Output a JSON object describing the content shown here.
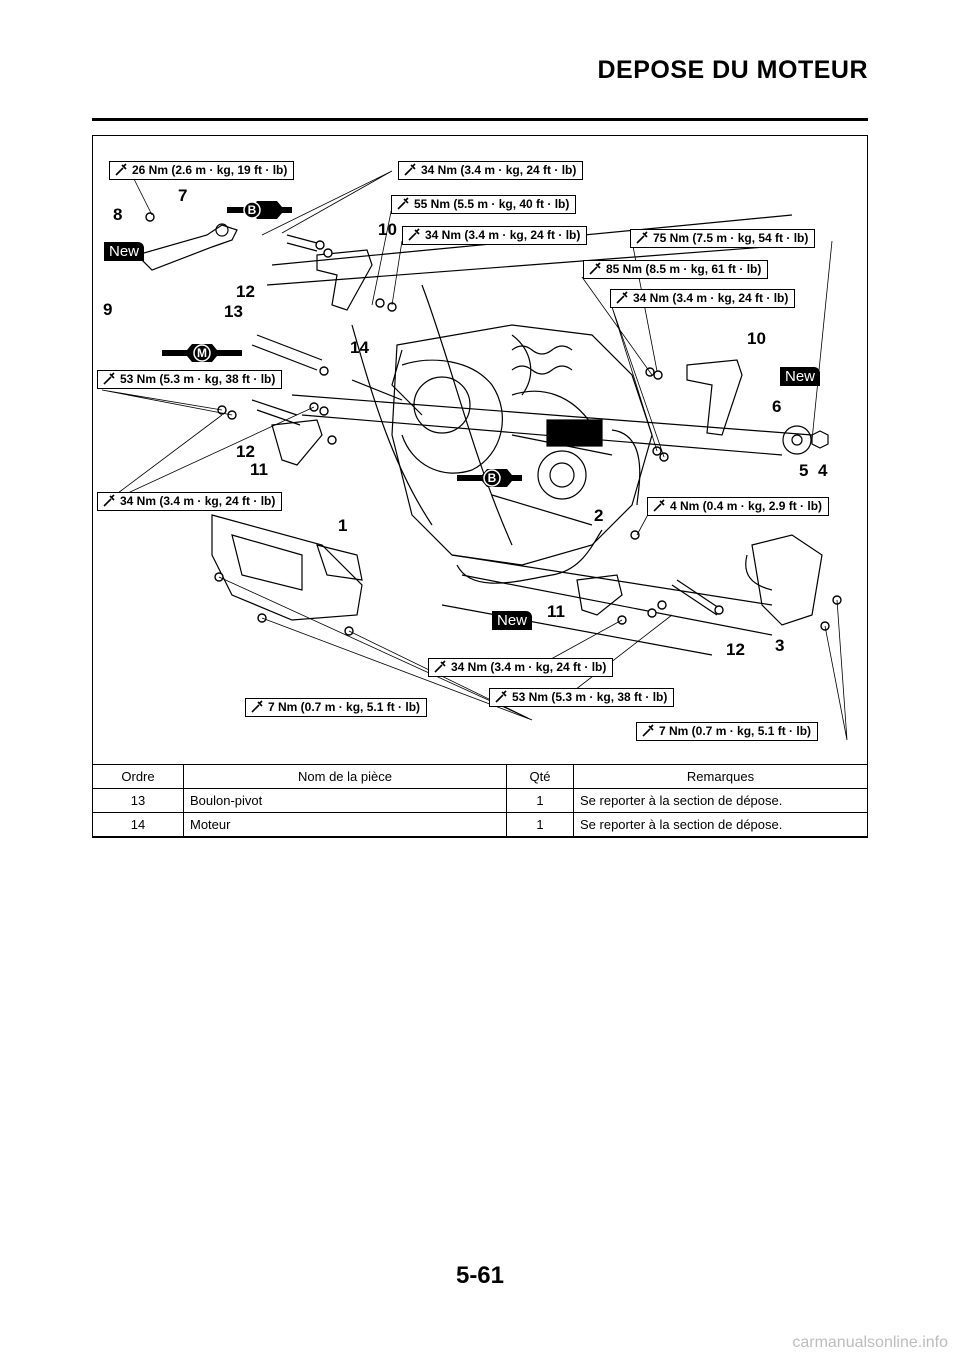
{
  "header": {
    "title": "DEPOSE DU MOTEUR"
  },
  "diagram": {
    "torque_labels": [
      "26 Nm (2.6 m · kg, 19 ft · lb)",
      "34 Nm (3.4 m · kg, 24 ft · lb)",
      "55 Nm (5.5 m · kg, 40 ft · lb)",
      "34 Nm (3.4 m · kg, 24 ft · lb)",
      "75 Nm (7.5 m · kg, 54 ft · lb)",
      "85 Nm (8.5 m · kg, 61 ft · lb)",
      "34 Nm (3.4 m · kg, 24 ft · lb)",
      "53 Nm (5.3 m · kg, 38 ft · lb)",
      "34 Nm (3.4 m · kg, 24 ft · lb)",
      "4 Nm (0.4 m · kg, 2.9 ft · lb)",
      "34 Nm (3.4 m · kg, 24 ft · lb)",
      "53 Nm (5.3 m · kg, 38 ft · lb)",
      "7 Nm (0.7 m · kg, 5.1 ft · lb)",
      "7 Nm (0.7 m · kg, 5.1 ft · lb)"
    ],
    "callouts": [
      "7",
      "8",
      "9",
      "10",
      "12",
      "13",
      "14",
      "10",
      "6",
      "5",
      "4",
      "12",
      "11",
      "1",
      "2",
      "11",
      "12",
      "3"
    ],
    "new_tag": "New",
    "grease_b": "B",
    "grease_m": "M"
  },
  "table": {
    "headers": [
      "Ordre",
      "Nom de la pièce",
      "Qté",
      "Remarques"
    ],
    "rows": [
      [
        "13",
        "Boulon-pivot",
        "1",
        "Se reporter à la section de dépose."
      ],
      [
        "14",
        "Moteur",
        "1",
        "Se reporter à la section de dépose."
      ]
    ]
  },
  "footer": {
    "page_number": "5-61",
    "watermark": "carmanualsonline.info"
  }
}
